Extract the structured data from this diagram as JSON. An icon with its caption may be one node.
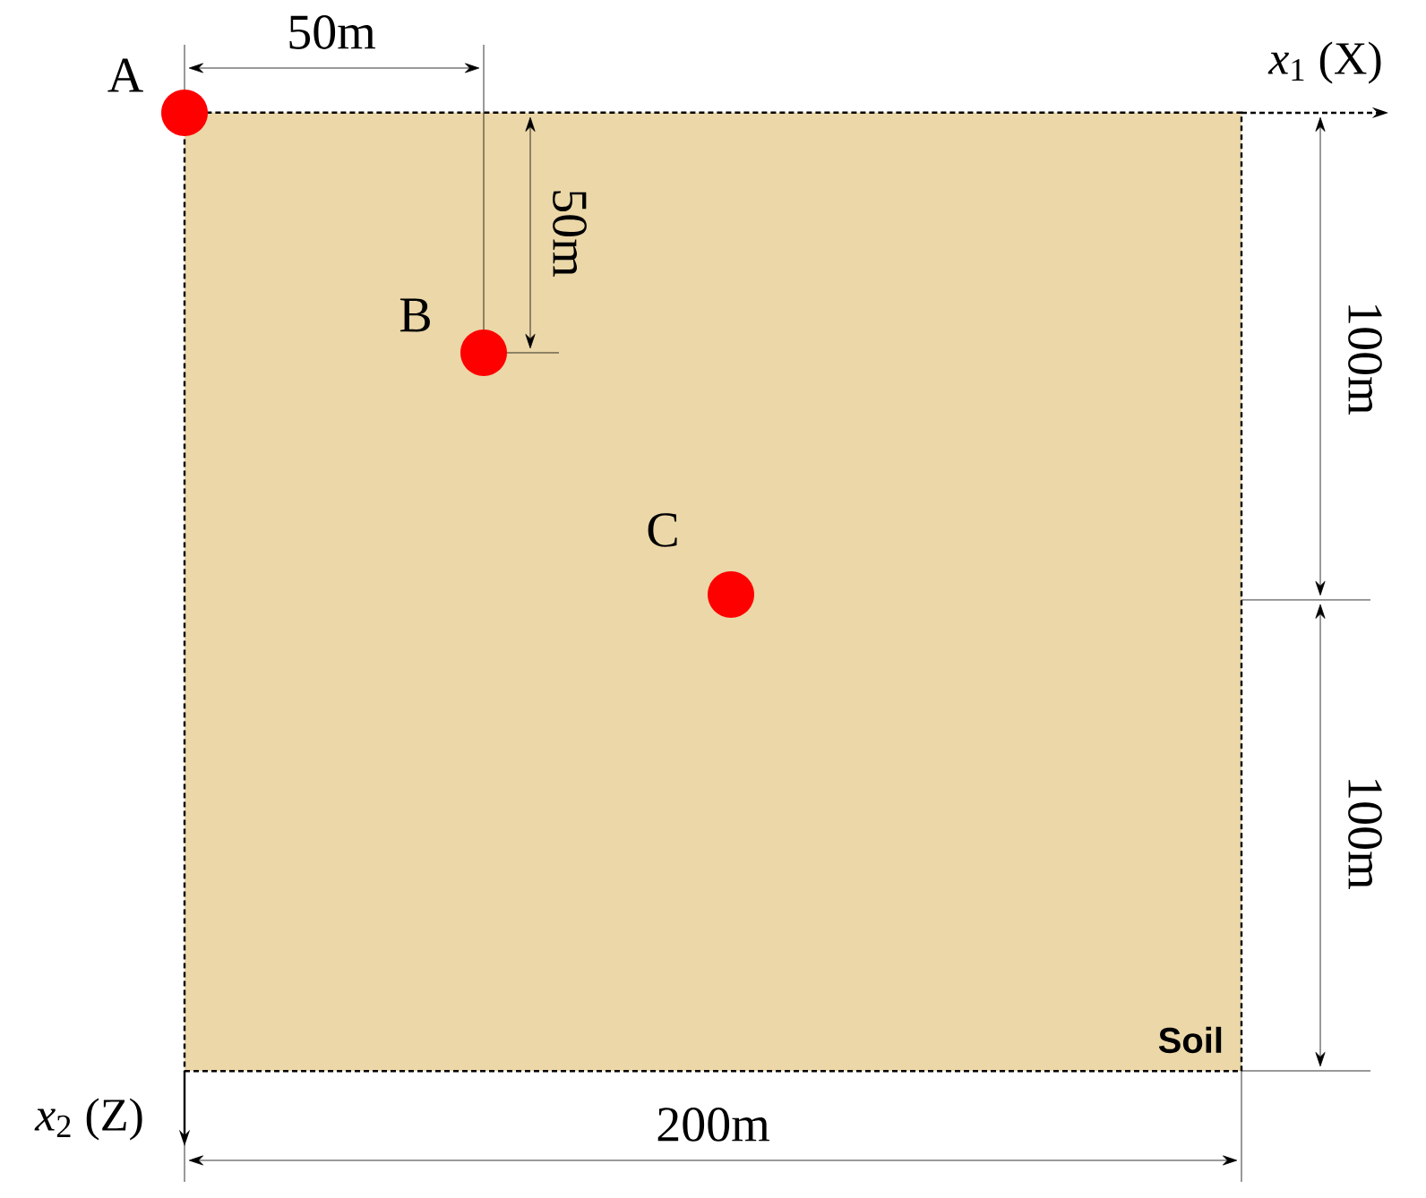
{
  "diagram": {
    "nodes": [
      {
        "text": [
          "Soil"
        ]
      },
      {
        "text": [],
        "shape": "circle",
        "beside": [
          "A"
        ]
      },
      {
        "text": [],
        "shape": "circle",
        "beside": [
          "B"
        ],
        "in": 0
      },
      {
        "text": [],
        "shape": "circle",
        "beside": [
          "C"
        ],
        "in": 0
      }
    ],
    "labels": [
      "50m",
      "50m",
      "*x*$_{1}$ (X)",
      "100m",
      "100m",
      "*x*$_{2}$ (Z)",
      "200m"
    ]
  }
}
